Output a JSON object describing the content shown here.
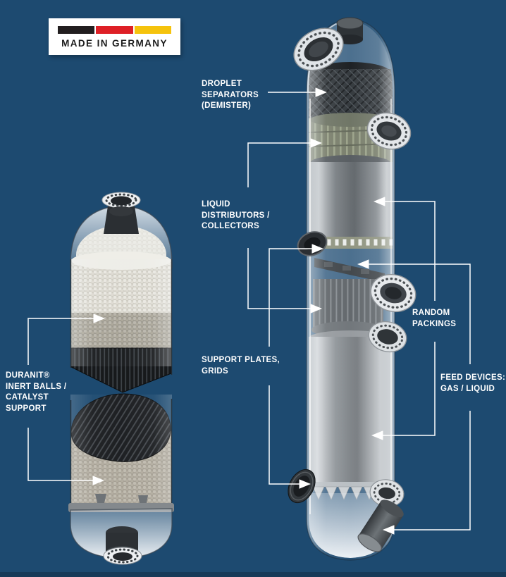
{
  "colors": {
    "background": "#1d4a70",
    "footer_strip": "#173a58",
    "label_text": "#ffffff",
    "pointer_line": "#ffffff",
    "badge_bg": "#ffffff",
    "badge_text": "#1c1c1c"
  },
  "badge": {
    "label": "MADE IN GERMANY",
    "flag_colors": [
      "#221e1f",
      "#de2026",
      "#f5c30d"
    ]
  },
  "labels": {
    "droplet_separators": {
      "text": "DROPLET\nSEPARATORS\n(DEMISTER)"
    },
    "liquid_distributors": {
      "text": "LIQUID\nDISTRIBUTORS /\nCOLLECTORS"
    },
    "support_plates": {
      "text": "SUPPORT PLATES,\nGRIDS"
    },
    "random_packings": {
      "text": "RANDOM\nPACKINGS"
    },
    "feed_devices": {
      "text": "FEED DEVICES:\nGAS / LIQUID"
    },
    "duranit": {
      "text": "DURANIT®\nINERT BALLS /\nCATALYST\nSUPPORT"
    }
  }
}
